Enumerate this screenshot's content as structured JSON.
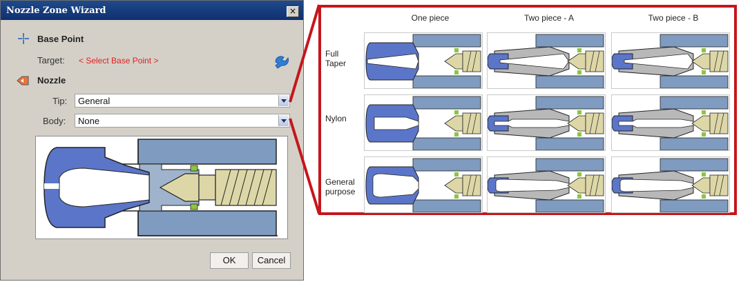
{
  "dialog": {
    "title": "Nozzle Zone Wizard",
    "close_glyph": "×",
    "base_point": {
      "label": "Base Point",
      "target_label": "Target:",
      "target_value": "< Select Base Point >"
    },
    "nozzle": {
      "label": "Nozzle",
      "tip_label": "Tip:",
      "tip_value": "General",
      "body_label": "Body:",
      "body_value": "None"
    },
    "ok_label": "OK",
    "cancel_label": "Cancel"
  },
  "gallery": {
    "columns": [
      "One piece",
      "Two piece - A",
      "Two piece - B"
    ],
    "rows": [
      {
        "line1": "Full",
        "line2": "Taper"
      },
      {
        "line1": "Nylon",
        "line2": ""
      },
      {
        "line1": "General",
        "line2": "purpose"
      }
    ]
  },
  "colors": {
    "accent": "#c4161c",
    "steel": "#7f9bbf",
    "tip_blue": "#5b75c8",
    "thread": "#ddd7a8",
    "gasket": "#8cc63f"
  }
}
